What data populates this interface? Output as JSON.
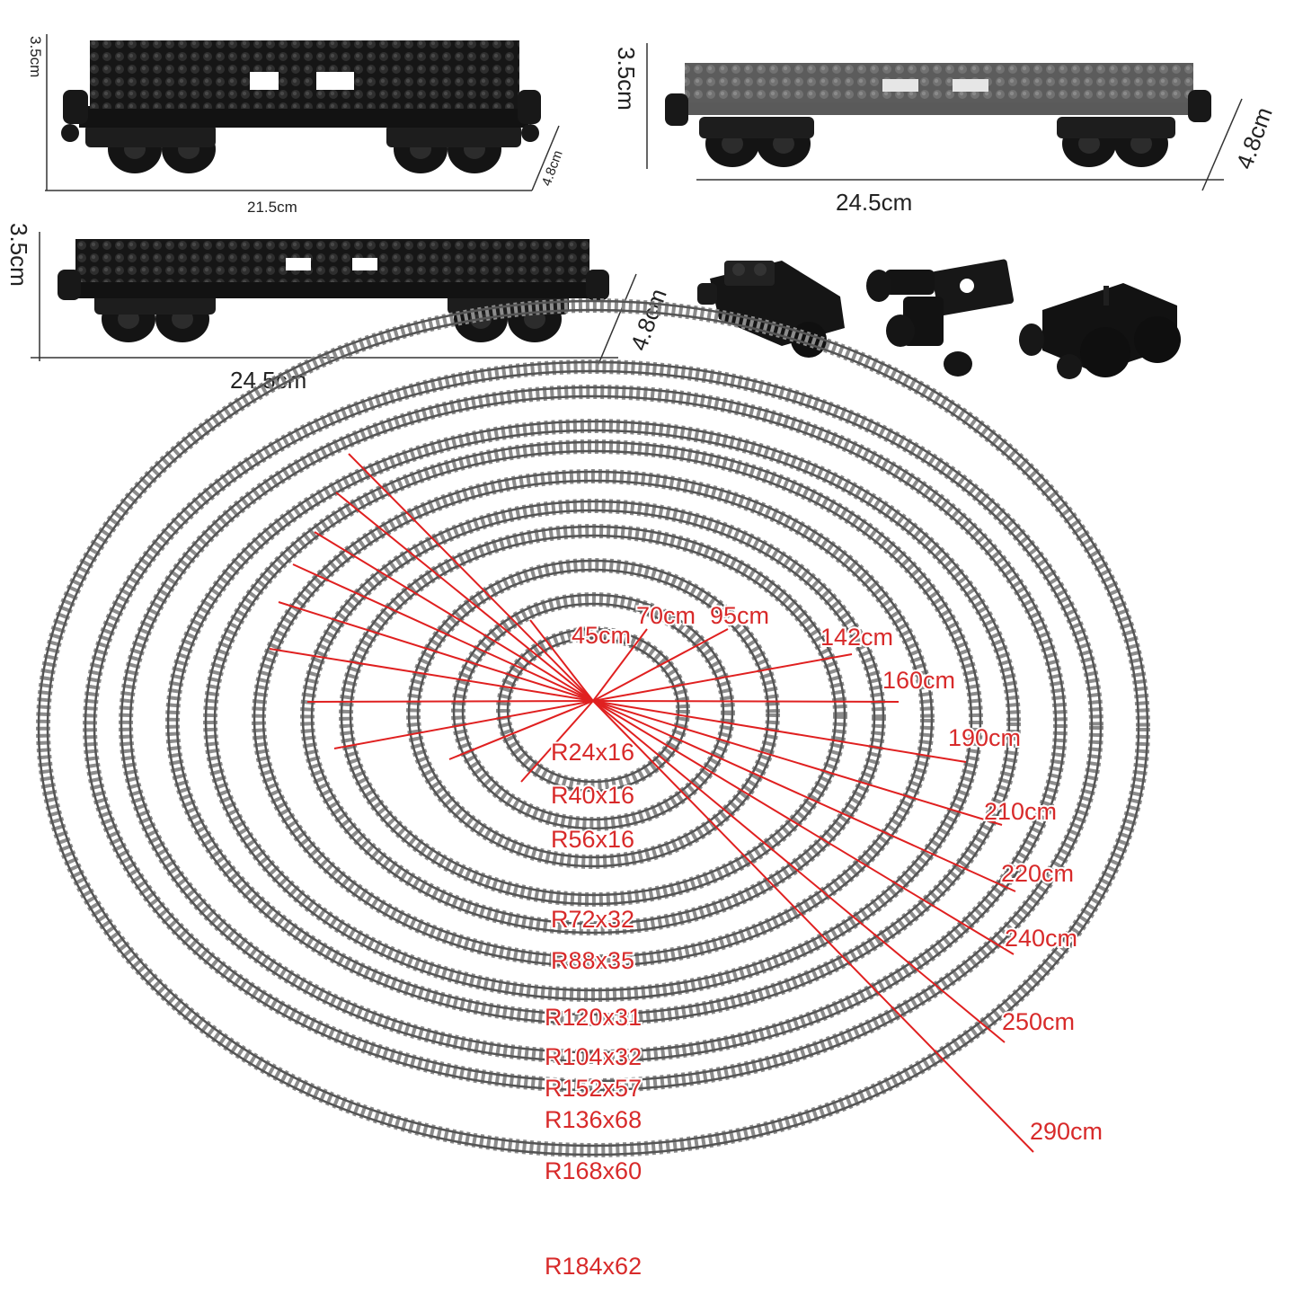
{
  "colors": {
    "background": "#ffffff",
    "rail": "#6b6b6b",
    "sleeper": "#8c8c8c",
    "rail_edge": "#555555",
    "radius_line": "#e02020",
    "label_text": "#d82a2a",
    "plate_black": "#1c1c1c",
    "plate_gray": "#6e6e6e",
    "wheel": "#141414"
  },
  "products": {
    "car_a": {
      "height": "3.5cm",
      "length": "21.5cm",
      "width": "4.8cm",
      "plate": "black"
    },
    "car_b": {
      "height": "3.5cm",
      "length": "24.5cm",
      "width": "4.8cm",
      "plate": "gray"
    },
    "car_c": {
      "height": "3.5cm",
      "length": "24.5cm",
      "width": "4.8cm",
      "plate": "black"
    },
    "parts": [
      "coupler-bogie",
      "magnet-coupler",
      "wheel-bogie"
    ]
  },
  "track": {
    "radius_labels": [
      "45cm",
      "70cm",
      "95cm",
      "142cm",
      "160cm",
      "190cm",
      "210cm",
      "220cm",
      "240cm",
      "250cm",
      "290cm"
    ],
    "ring_labels": [
      "R24x16",
      "R40x16",
      "R56x16",
      "R72x32",
      "R88x35",
      "R120x31",
      "R104x32",
      "R152x57",
      "R136x68",
      "R168x60",
      "R184x62"
    ]
  }
}
